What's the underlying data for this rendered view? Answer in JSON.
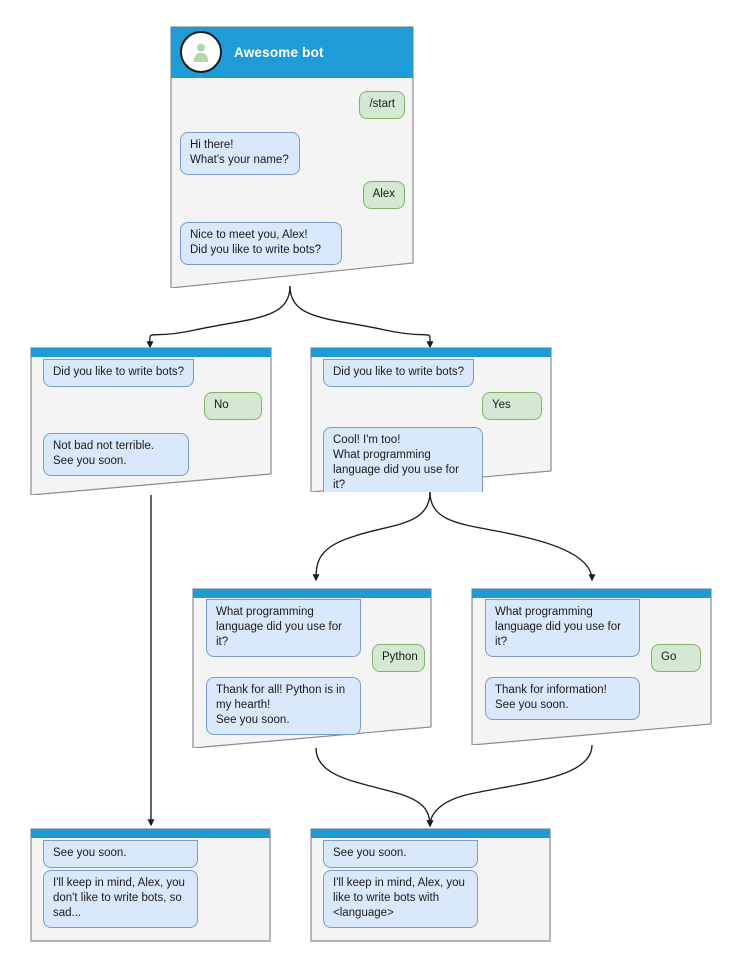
{
  "diagram": {
    "title": "Awesome bot conversation flow",
    "colors": {
      "header_blue": "#1f9bd8",
      "card_background": "#f4f4f4",
      "card_border": "#8c8c8c",
      "bot_bubble_fill": "#dae8fc",
      "bot_bubble_border": "#7a9ccc",
      "user_bubble_fill": "#d5e8d4",
      "user_bubble_border": "#82b366",
      "edge_color": "#1c1c1c",
      "avatar_person": "#b4d7ae",
      "page_background": "#ffffff"
    }
  },
  "root": {
    "bot_name": "Awesome bot",
    "avatar_icon": "person-avatar-icon",
    "messages": [
      {
        "side": "user",
        "text": "/start"
      },
      {
        "side": "bot",
        "text": "Hi there!\nWhat's your name?"
      },
      {
        "side": "user",
        "text": "Alex"
      },
      {
        "side": "bot",
        "text": "Nice to meet you, Alex!\nDid you like to write bots?"
      }
    ]
  },
  "branch_no": {
    "messages": [
      {
        "side": "bot",
        "text": "Did you like to write bots?"
      },
      {
        "side": "user",
        "text": "No"
      },
      {
        "side": "bot",
        "text": "Not bad not terrible.\nSee you soon."
      }
    ]
  },
  "branch_yes": {
    "messages": [
      {
        "side": "bot",
        "text": "Did you like to write bots?"
      },
      {
        "side": "user",
        "text": "Yes"
      },
      {
        "side": "bot",
        "text": "Cool! I'm too!\nWhat programming\nlanguage did you use for it?"
      }
    ]
  },
  "branch_python": {
    "messages": [
      {
        "side": "bot",
        "text": "What programming\nlanguage did you use for it?"
      },
      {
        "side": "user",
        "text": "Python"
      },
      {
        "side": "bot",
        "text": "Thank for all! Python is in\nmy hearth!\nSee you soon."
      }
    ]
  },
  "branch_go": {
    "messages": [
      {
        "side": "bot",
        "text": "What programming\nlanguage did you use for it?"
      },
      {
        "side": "user",
        "text": "Go"
      },
      {
        "side": "bot",
        "text": "Thank for information!\nSee you soon."
      }
    ]
  },
  "end_sad": {
    "messages": [
      {
        "side": "bot",
        "text": "See you soon."
      },
      {
        "side": "bot",
        "text": "I'll keep in mind, Alex, you\ndon't like to write bots, so\nsad..."
      }
    ]
  },
  "end_happy": {
    "messages": [
      {
        "side": "bot",
        "text": "See you soon."
      },
      {
        "side": "bot",
        "text": "I'll keep in mind, Alex, you\nlike to write bots with\n<language>"
      }
    ]
  }
}
